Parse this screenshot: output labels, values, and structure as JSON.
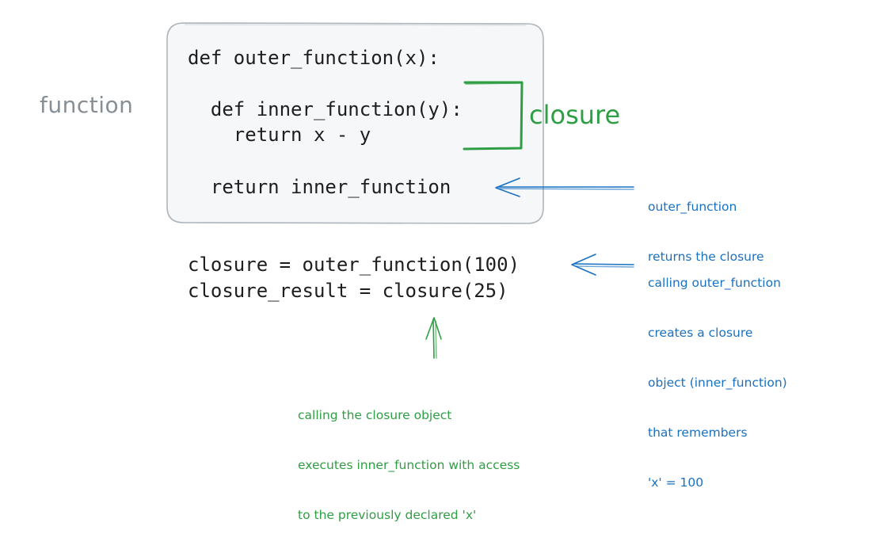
{
  "code_block": {
    "line1": "def outer_function(x):",
    "line2": "  def inner_function(y):",
    "line3": "    return x - y",
    "line4": "  return inner_function"
  },
  "usage_block": {
    "line1": "closure = outer_function(100)",
    "line2": "closure_result = closure(25)"
  },
  "labels": {
    "function": "function",
    "closure": "closure"
  },
  "notes": {
    "returns": [
      "outer_function",
      "returns the closure"
    ],
    "calling_outer": [
      "calling outer_function",
      "creates a closure",
      "object (inner_function)",
      "that remembers",
      "'x' = 100"
    ],
    "calling_closure": [
      "calling the closure object",
      "executes inner_function with access",
      "to the previously declared 'x'"
    ]
  },
  "colors": {
    "box_fill": "#f6f7f9",
    "box_stroke": "#adb5bd",
    "label_gray": "#868e96",
    "accent_green": "#2f9e44",
    "accent_blue": "#1971c2",
    "code_text": "#1e1e1e"
  }
}
